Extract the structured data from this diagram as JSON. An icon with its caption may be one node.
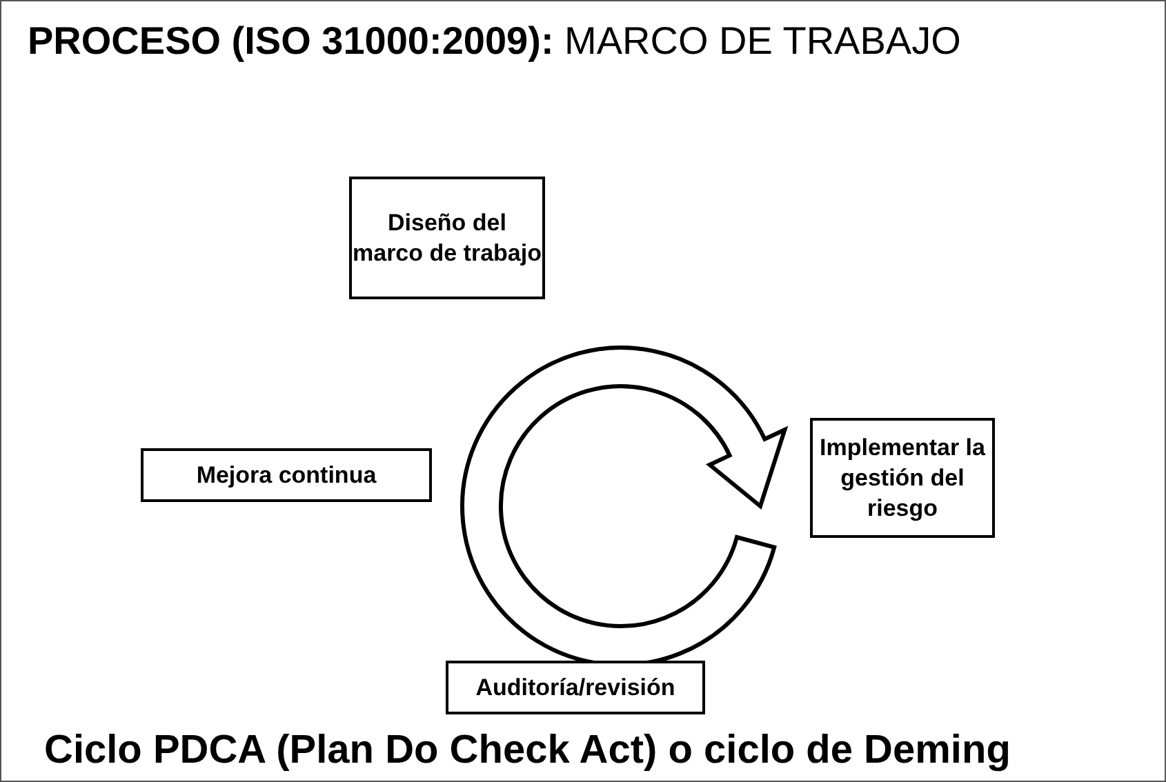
{
  "diagram": {
    "title": "**PROCESO (ISO 31000:2009):** MARCO DE TRABAJO",
    "caption": "Ciclo PDCA (Plan Do Check Act) o ciclo de Deming",
    "nodes": [
      {
        "text": [
          "Diseño del marco de trabajo"
        ]
      },
      {
        "text": [
          "Implementar la gestión del riesgo"
        ]
      },
      {
        "text": [
          "Mejora continua"
        ]
      },
      {
        "text": [
          "Auditoría/revisión"
        ]
      }
    ]
  }
}
